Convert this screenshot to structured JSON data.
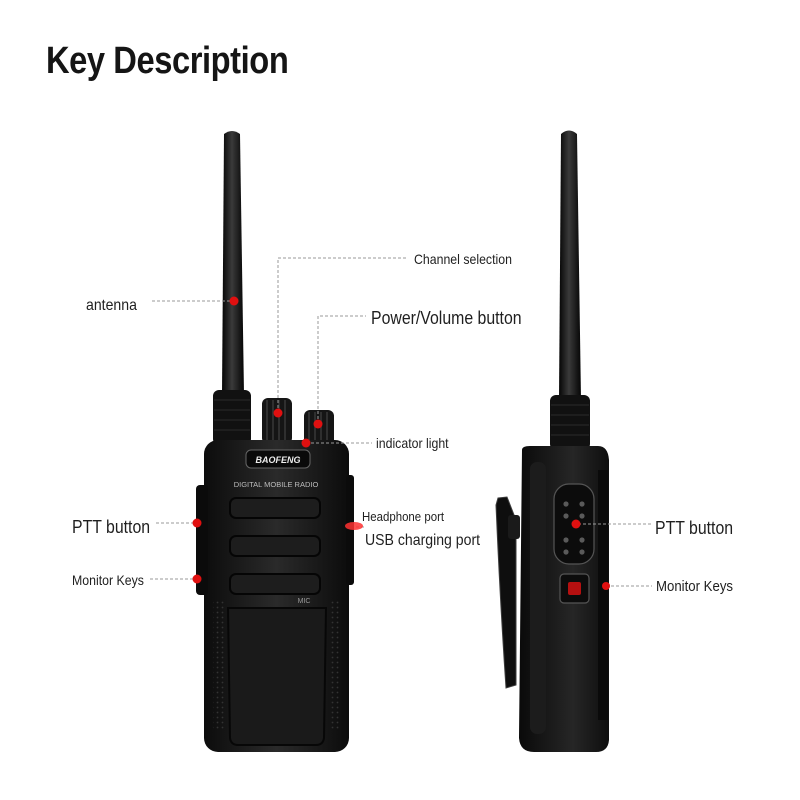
{
  "title": "Key Description",
  "brand": "BAOFENG",
  "model_text": "DIGITAL MOBILE RADIO",
  "mic_text": "MIC",
  "labels": {
    "antenna": "antenna",
    "channel_selection": "Channel selection",
    "power_volume": "Power/Volume button",
    "indicator_light": "indicator light",
    "headphone_port": "Headphone port",
    "usb_port": "USB charging port",
    "ptt_left": "PTT button",
    "monitor_left": "Monitor Keys",
    "ptt_right": "PTT button",
    "monitor_right": "Monitor Keys"
  },
  "colors": {
    "marker": "#e01010",
    "leader": "#9a9a9a",
    "body": "#141414"
  }
}
